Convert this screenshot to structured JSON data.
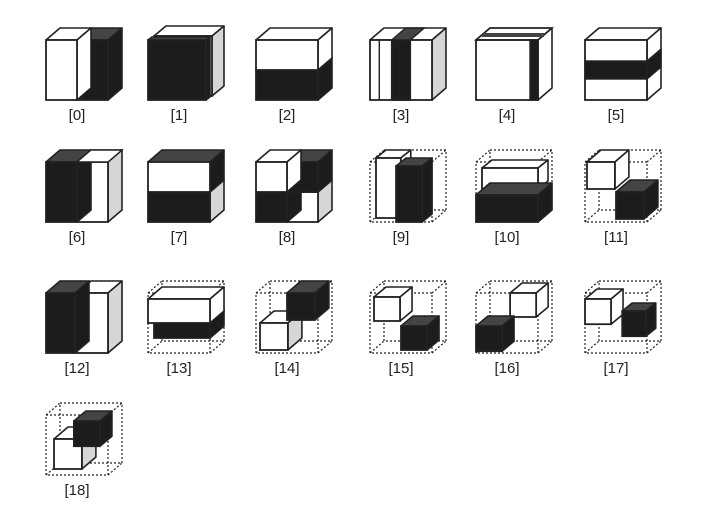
{
  "figure": {
    "colors": {
      "face_white": "#ffffff",
      "face_black": "#1c1c1c",
      "top_dark": "#444444",
      "side_gray": "#d6d6d6",
      "stroke": "#222222"
    },
    "cubes": [
      {
        "label": "[0]",
        "pattern": "front-left-white-right-black"
      },
      {
        "label": "[1]",
        "pattern": "black-front-slab"
      },
      {
        "label": "[2]",
        "pattern": "top-white-bottom-black"
      },
      {
        "label": "[3]",
        "pattern": "vertical-center-black-stripe"
      },
      {
        "label": "[4]",
        "pattern": "right-edge-black-stripe"
      },
      {
        "label": "[5]",
        "pattern": "horizontal-center-black-stripe"
      },
      {
        "label": "[6]",
        "pattern": "two-vertical-halves-mixed"
      },
      {
        "label": "[7]",
        "pattern": "two-horizontal-halves-mixed"
      },
      {
        "label": "[8]",
        "pattern": "checkerboard-2x2"
      },
      {
        "label": "[9]",
        "pattern": "single-black-column-in-wire"
      },
      {
        "label": "[10]",
        "pattern": "black-bottom-slab-in-wire"
      },
      {
        "label": "[11]",
        "pattern": "white-and-black-small-cubes"
      },
      {
        "label": "[12]",
        "pattern": "black-white-columns-in-wire"
      },
      {
        "label": "[13]",
        "pattern": "white-top-black-bottom-slabs"
      },
      {
        "label": "[14]",
        "pattern": "diagonal-small-cubes"
      },
      {
        "label": "[15]",
        "pattern": "two-small-cubes-front"
      },
      {
        "label": "[16]",
        "pattern": "two-small-cubes-back"
      },
      {
        "label": "[17]",
        "pattern": "two-small-cubes-side"
      },
      {
        "label": "[18]",
        "pattern": "two-small-cubes-corner"
      }
    ]
  }
}
